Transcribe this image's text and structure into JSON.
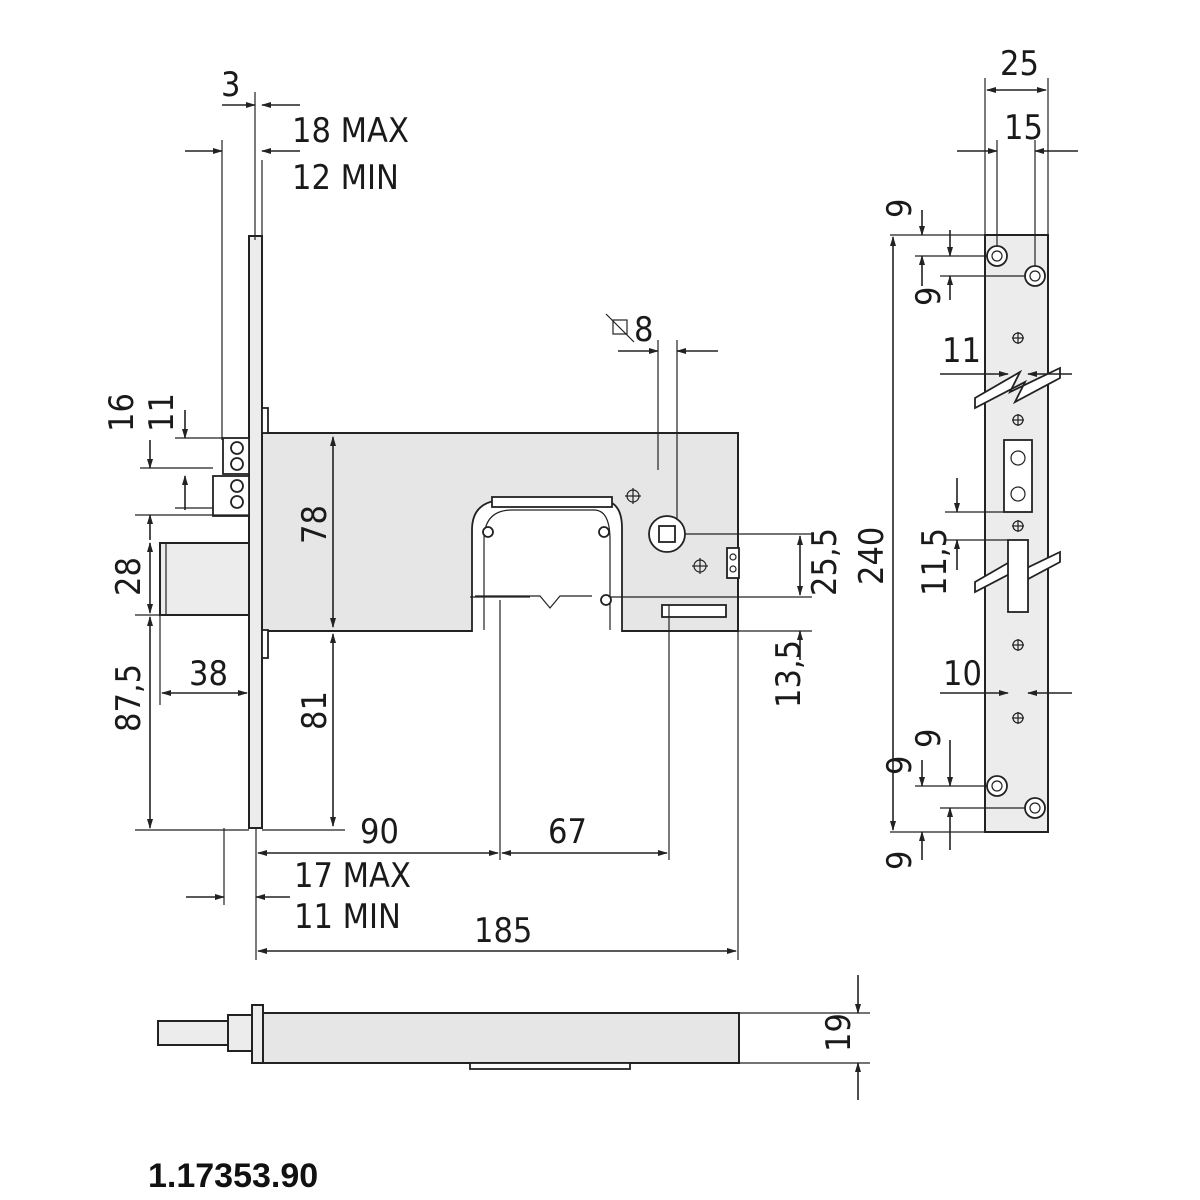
{
  "labels": {
    "top_3": "3",
    "max_18": "18 MAX",
    "min_12": "12 MIN",
    "sq_8": "8",
    "left_16": "16",
    "left_11": "11",
    "h_78": "78",
    "h_28": "28",
    "h_87_5": "87,5",
    "w_38": "38",
    "h_81": "81",
    "w_90": "90",
    "w_67": "67",
    "max_17": "17 MAX",
    "min_11": "11 MIN",
    "w_185": "185",
    "r_25_5": "25,5",
    "r_13_5": "13,5",
    "w_25": "25",
    "w_15": "15",
    "fp_9a": "9",
    "fp_9b": "9",
    "fp_11": "11",
    "h_240": "240",
    "fp_11_5": "11,5",
    "fp_10": "10",
    "fp_9c": "9",
    "fp_9d": "9",
    "fp_9e": "9",
    "h_19": "19"
  },
  "product_code": "1.17353.90"
}
